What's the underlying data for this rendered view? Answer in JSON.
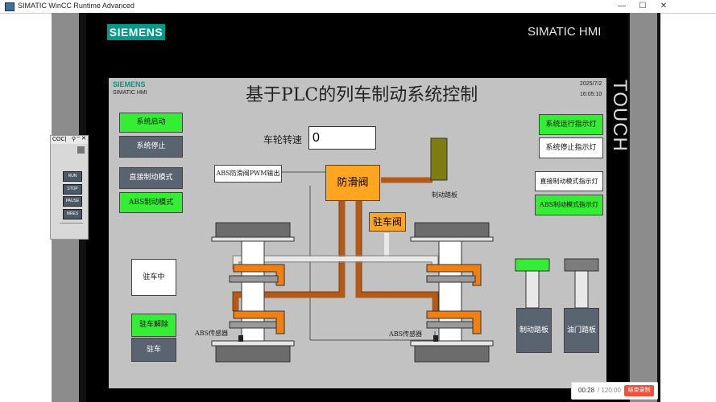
{
  "window": {
    "title": "SIMATIC WinCC Runtime Advanced"
  },
  "header": {
    "brand": "SIEMENS",
    "product": "SIMATIC HMI",
    "touch": "TOUCH"
  },
  "sidepanel": {
    "title": "COC|",
    "buttons": [
      "RUN",
      "STOP",
      "PAUSE",
      "MRES"
    ]
  },
  "screen": {
    "brand": "SIEMENS",
    "brand_sub": "SIMATIC HMI",
    "title": "基于PLC的列车制动系统控制",
    "date": "2025/7/2",
    "time": "16:05:10",
    "buttons": {
      "system_start": "系统启动",
      "system_stop": "系统停止",
      "direct_mode": "直接制动模式",
      "abs_mode": "ABS制动模式",
      "parking_release": "驻车解除",
      "parking": "驻车",
      "brake_pedal": "制动踏板",
      "throttle_pedal": "油门踏板"
    },
    "indicators": {
      "run_light": "系统运行指示灯",
      "stop_light": "系统停止指示灯",
      "direct_light": "直接制动模式指示灯",
      "abs_light": "ABS制动模式指示灯",
      "parking_state": "驻车中"
    },
    "wheel_speed": {
      "label": "车轮转速",
      "value": "0"
    },
    "abs_pwm_label": "ABS防滑阀PWM输出",
    "anti_skid_valve": "防滑阀",
    "parking_valve": "驻车阀",
    "brake_pedal_label": "制动踏板",
    "abs_sensor_left": "ABS传感器",
    "abs_sensor_right": "ABS传感器"
  },
  "recording": {
    "elapsed": "00:28",
    "total": "/ 120:00",
    "end_button": "结束录制"
  }
}
